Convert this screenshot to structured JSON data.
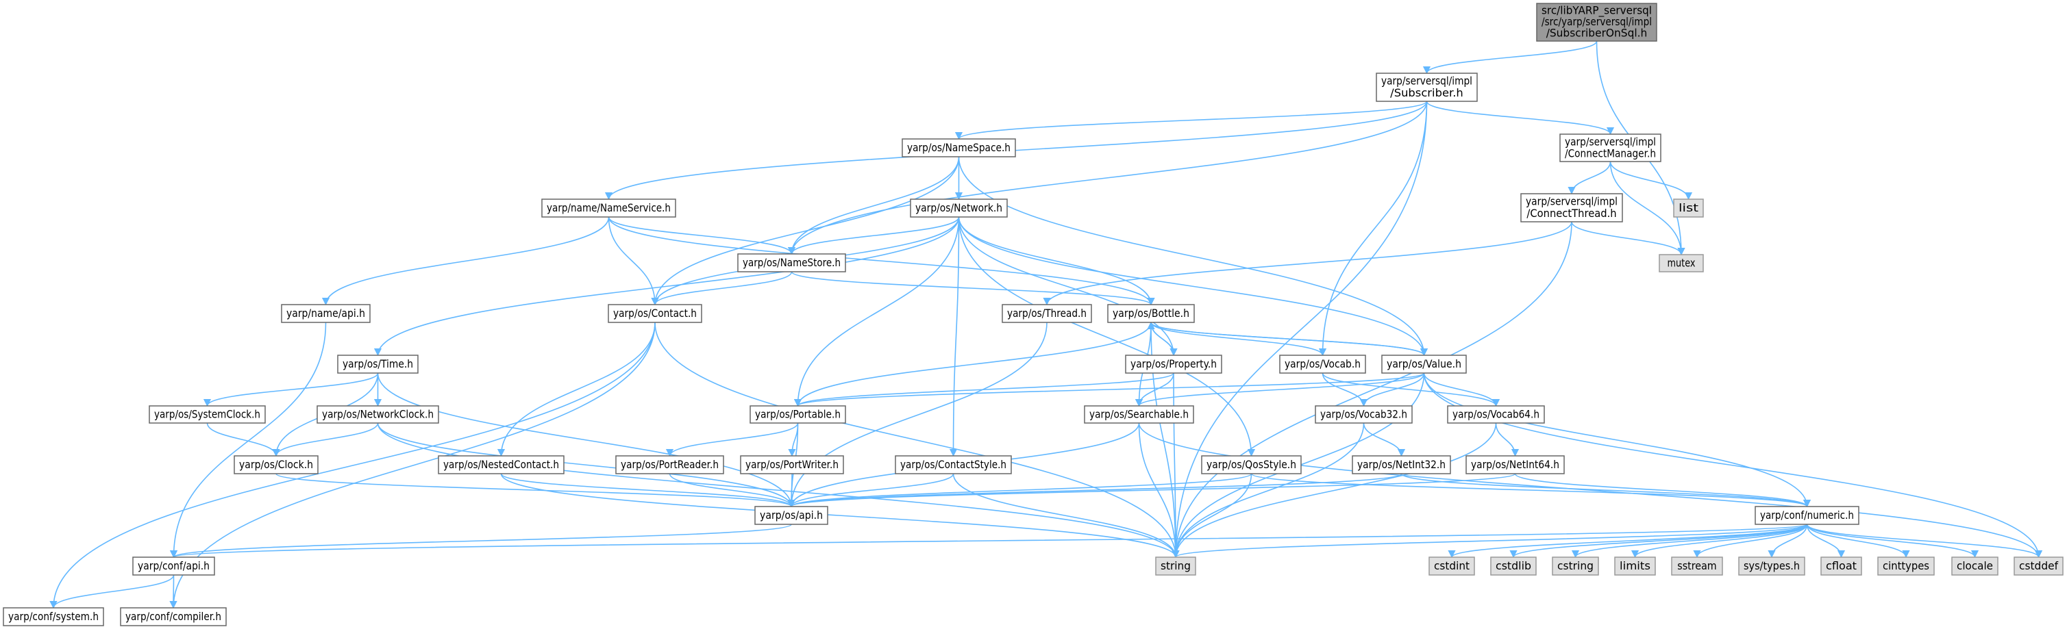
{
  "colors": {
    "edge": "#63b8ff",
    "root_fill": "#999999",
    "external_fill": "#e0e0e0",
    "node_fill": "#ffffff"
  },
  "nodes": {
    "root": {
      "kind": "root",
      "lines": [
        "src/libYARP_serversql",
        "/src/yarp/serversql/impl",
        "/SubscriberOnSql.h"
      ]
    },
    "subscriber": {
      "kind": "normal",
      "lines": [
        "yarp/serversql/impl",
        "/Subscriber.h"
      ]
    },
    "connectmanager": {
      "kind": "normal",
      "lines": [
        "yarp/serversql/impl",
        "/ConnectManager.h"
      ]
    },
    "connectthread": {
      "kind": "normal",
      "lines": [
        "yarp/serversql/impl",
        "/ConnectThread.h"
      ]
    },
    "list": {
      "kind": "ext",
      "lines": [
        "list"
      ]
    },
    "mutex": {
      "kind": "ext",
      "lines": [
        "mutex"
      ]
    },
    "namespace": {
      "kind": "normal",
      "lines": [
        "yarp/os/NameSpace.h"
      ]
    },
    "nameservice": {
      "kind": "normal",
      "lines": [
        "yarp/name/NameService.h"
      ]
    },
    "network": {
      "kind": "normal",
      "lines": [
        "yarp/os/Network.h"
      ]
    },
    "namestore": {
      "kind": "normal",
      "lines": [
        "yarp/os/NameStore.h"
      ]
    },
    "nameapi": {
      "kind": "normal",
      "lines": [
        "yarp/name/api.h"
      ]
    },
    "contact": {
      "kind": "normal",
      "lines": [
        "yarp/os/Contact.h"
      ]
    },
    "thread": {
      "kind": "normal",
      "lines": [
        "yarp/os/Thread.h"
      ]
    },
    "bottle": {
      "kind": "normal",
      "lines": [
        "yarp/os/Bottle.h"
      ]
    },
    "time": {
      "kind": "normal",
      "lines": [
        "yarp/os/Time.h"
      ]
    },
    "property": {
      "kind": "normal",
      "lines": [
        "yarp/os/Property.h"
      ]
    },
    "vocab": {
      "kind": "normal",
      "lines": [
        "yarp/os/Vocab.h"
      ]
    },
    "value": {
      "kind": "normal",
      "lines": [
        "yarp/os/Value.h"
      ]
    },
    "systemclock": {
      "kind": "normal",
      "lines": [
        "yarp/os/SystemClock.h"
      ]
    },
    "networkclock": {
      "kind": "normal",
      "lines": [
        "yarp/os/NetworkClock.h"
      ]
    },
    "portable": {
      "kind": "normal",
      "lines": [
        "yarp/os/Portable.h"
      ]
    },
    "searchable": {
      "kind": "normal",
      "lines": [
        "yarp/os/Searchable.h"
      ]
    },
    "vocab32": {
      "kind": "normal",
      "lines": [
        "yarp/os/Vocab32.h"
      ]
    },
    "vocab64": {
      "kind": "normal",
      "lines": [
        "yarp/os/Vocab64.h"
      ]
    },
    "clock": {
      "kind": "normal",
      "lines": [
        "yarp/os/Clock.h"
      ]
    },
    "nestedcontact": {
      "kind": "normal",
      "lines": [
        "yarp/os/NestedContact.h"
      ]
    },
    "portreader": {
      "kind": "normal",
      "lines": [
        "yarp/os/PortReader.h"
      ]
    },
    "portwriter": {
      "kind": "normal",
      "lines": [
        "yarp/os/PortWriter.h"
      ]
    },
    "contactstyle": {
      "kind": "normal",
      "lines": [
        "yarp/os/ContactStyle.h"
      ]
    },
    "qosstyle": {
      "kind": "normal",
      "lines": [
        "yarp/os/QosStyle.h"
      ]
    },
    "netint32": {
      "kind": "normal",
      "lines": [
        "yarp/os/NetInt32.h"
      ]
    },
    "netint64": {
      "kind": "normal",
      "lines": [
        "yarp/os/NetInt64.h"
      ]
    },
    "osapi": {
      "kind": "normal",
      "lines": [
        "yarp/os/api.h"
      ]
    },
    "numeric": {
      "kind": "normal",
      "lines": [
        "yarp/conf/numeric.h"
      ]
    },
    "confapi": {
      "kind": "normal",
      "lines": [
        "yarp/conf/api.h"
      ]
    },
    "string": {
      "kind": "ext",
      "lines": [
        "string"
      ]
    },
    "cstdint": {
      "kind": "ext",
      "lines": [
        "cstdint"
      ]
    },
    "cstdlib": {
      "kind": "ext",
      "lines": [
        "cstdlib"
      ]
    },
    "cstring": {
      "kind": "ext",
      "lines": [
        "cstring"
      ]
    },
    "limits": {
      "kind": "ext",
      "lines": [
        "limits"
      ]
    },
    "sstream": {
      "kind": "ext",
      "lines": [
        "sstream"
      ]
    },
    "systypes": {
      "kind": "ext",
      "lines": [
        "sys/types.h"
      ]
    },
    "cfloat": {
      "kind": "ext",
      "lines": [
        "cfloat"
      ]
    },
    "cinttypes": {
      "kind": "ext",
      "lines": [
        "cinttypes"
      ]
    },
    "clocale": {
      "kind": "ext",
      "lines": [
        "clocale"
      ]
    },
    "cstddef": {
      "kind": "ext",
      "lines": [
        "cstddef"
      ]
    },
    "confsystem": {
      "kind": "normal",
      "lines": [
        "yarp/conf/system.h"
      ]
    },
    "confcompiler": {
      "kind": "normal",
      "lines": [
        "yarp/conf/compiler.h"
      ]
    }
  },
  "edges": [
    [
      "root",
      "subscriber"
    ],
    [
      "root",
      "mutex"
    ],
    [
      "subscriber",
      "nameservice"
    ],
    [
      "subscriber",
      "namestore"
    ],
    [
      "subscriber",
      "namespace"
    ],
    [
      "subscriber",
      "vocab"
    ],
    [
      "subscriber",
      "string"
    ],
    [
      "subscriber",
      "connectmanager"
    ],
    [
      "connectmanager",
      "connectthread"
    ],
    [
      "connectmanager",
      "list"
    ],
    [
      "connectmanager",
      "mutex"
    ],
    [
      "connectthread",
      "mutex"
    ],
    [
      "connectthread",
      "thread"
    ],
    [
      "connectthread",
      "string"
    ],
    [
      "namespace",
      "network"
    ],
    [
      "namespace",
      "namestore"
    ],
    [
      "namespace",
      "contact"
    ],
    [
      "namespace",
      "value"
    ],
    [
      "network",
      "namestore"
    ],
    [
      "network",
      "contact"
    ],
    [
      "network",
      "portable"
    ],
    [
      "network",
      "time"
    ],
    [
      "network",
      "property"
    ],
    [
      "network",
      "value"
    ],
    [
      "network",
      "contactstyle"
    ],
    [
      "network",
      "qosstyle"
    ],
    [
      "network",
      "bottle"
    ],
    [
      "nameservice",
      "nameapi"
    ],
    [
      "nameservice",
      "contact"
    ],
    [
      "nameservice",
      "namestore"
    ],
    [
      "nameservice",
      "bottle"
    ],
    [
      "namestore",
      "contact"
    ],
    [
      "namestore",
      "bottle"
    ],
    [
      "nameapi",
      "confapi"
    ],
    [
      "contact",
      "confsystem"
    ],
    [
      "contact",
      "confcompiler"
    ],
    [
      "contact",
      "nestedcontact"
    ],
    [
      "contact",
      "string"
    ],
    [
      "time",
      "systemclock"
    ],
    [
      "time",
      "networkclock"
    ],
    [
      "time",
      "clock"
    ],
    [
      "time",
      "osapi"
    ],
    [
      "systemclock",
      "clock"
    ],
    [
      "networkclock",
      "clock"
    ],
    [
      "networkclock",
      "osapi"
    ],
    [
      "networkclock",
      "string"
    ],
    [
      "clock",
      "osapi"
    ],
    [
      "nestedcontact",
      "osapi"
    ],
    [
      "nestedcontact",
      "string"
    ],
    [
      "portable",
      "portreader"
    ],
    [
      "portable",
      "portwriter"
    ],
    [
      "portable",
      "osapi"
    ],
    [
      "portreader",
      "osapi"
    ],
    [
      "portwriter",
      "osapi"
    ],
    [
      "contactstyle",
      "osapi"
    ],
    [
      "contactstyle",
      "string"
    ],
    [
      "thread",
      "osapi"
    ],
    [
      "bottle",
      "portable"
    ],
    [
      "bottle",
      "property"
    ],
    [
      "bottle",
      "searchable"
    ],
    [
      "bottle",
      "vocab"
    ],
    [
      "bottle",
      "value"
    ],
    [
      "bottle",
      "string"
    ],
    [
      "property",
      "bottle"
    ],
    [
      "property",
      "searchable"
    ],
    [
      "property",
      "portable"
    ],
    [
      "property",
      "string"
    ],
    [
      "value",
      "bottle"
    ],
    [
      "value",
      "portable"
    ],
    [
      "value",
      "searchable"
    ],
    [
      "value",
      "vocab32"
    ],
    [
      "value",
      "vocab64"
    ],
    [
      "value",
      "numeric"
    ],
    [
      "value",
      "cstddef"
    ],
    [
      "value",
      "string"
    ],
    [
      "vocab",
      "vocab32"
    ],
    [
      "vocab",
      "vocab64"
    ],
    [
      "searchable",
      "osapi"
    ],
    [
      "searchable",
      "string"
    ],
    [
      "searchable",
      "cstddef"
    ],
    [
      "vocab32",
      "netint32"
    ],
    [
      "vocab32",
      "string"
    ],
    [
      "vocab64",
      "netint64"
    ],
    [
      "vocab64",
      "string"
    ],
    [
      "qosstyle",
      "osapi"
    ],
    [
      "qosstyle",
      "string"
    ],
    [
      "qosstyle",
      "numeric"
    ],
    [
      "netint32",
      "osapi"
    ],
    [
      "netint32",
      "numeric"
    ],
    [
      "netint64",
      "osapi"
    ],
    [
      "netint64",
      "numeric"
    ],
    [
      "osapi",
      "confapi"
    ],
    [
      "numeric",
      "confapi"
    ],
    [
      "numeric",
      "string"
    ],
    [
      "numeric",
      "cstdint"
    ],
    [
      "numeric",
      "cstdlib"
    ],
    [
      "numeric",
      "cstring"
    ],
    [
      "numeric",
      "limits"
    ],
    [
      "numeric",
      "sstream"
    ],
    [
      "numeric",
      "systypes"
    ],
    [
      "numeric",
      "cfloat"
    ],
    [
      "numeric",
      "cinttypes"
    ],
    [
      "numeric",
      "clocale"
    ],
    [
      "numeric",
      "cstddef"
    ],
    [
      "confapi",
      "confsystem"
    ],
    [
      "confapi",
      "confcompiler"
    ]
  ]
}
